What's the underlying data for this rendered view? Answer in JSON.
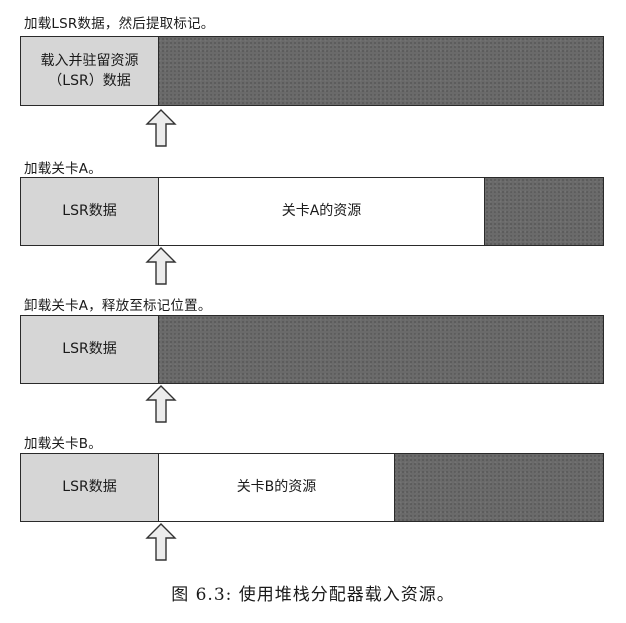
{
  "steps": [
    {
      "label": "加载LSR数据，然后提取标记。",
      "lsr_text": "载入并驻留资源（LSR）数据"
    },
    {
      "label": "加载关卡A。",
      "lsr_text": "LSR数据",
      "level_text": "关卡A的资源"
    },
    {
      "label": "卸载关卡A，释放至标记位置。",
      "lsr_text": "LSR数据"
    },
    {
      "label": "加载关卡B。",
      "lsr_text": "LSR数据",
      "level_text": "关卡B的资源"
    }
  ],
  "caption": "图 6.3: 使用堆栈分配器载入资源。",
  "colors": {
    "free": "#6a6a6a",
    "lsr": "#d6d6d6",
    "level": "#ffffff",
    "arrow": "#ececec"
  }
}
